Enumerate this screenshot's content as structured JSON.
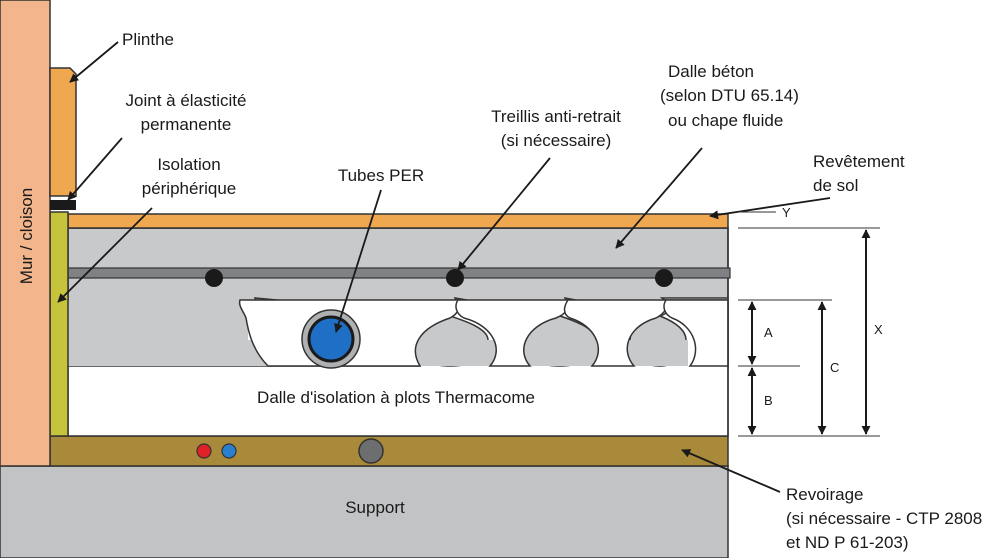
{
  "labels": {
    "wall": "Mur / cloison",
    "plinthe": "Plinthe",
    "joint_1": "Joint à élasticité",
    "joint_2": "permanente",
    "isolation_1": "Isolation",
    "isolation_2": "périphérique",
    "tubes": "Tubes PER",
    "treillis_1": "Treillis anti-retrait",
    "treillis_2": "(si nécessaire)",
    "dalle_1": "Dalle béton",
    "dalle_2": "(selon DTU 65.14)",
    "dalle_3": "ou chape fluide",
    "revetement_1": "Revêtement",
    "revetement_2": "de sol",
    "insulation_board": "Dalle d'isolation à plots Thermacome",
    "support": "Support",
    "revoirage_1": "Revoirage",
    "revoirage_2": "(si nécessaire - CTP 2808",
    "revoirage_3": "et ND P 61-203)"
  },
  "dimensions": {
    "y": "Y",
    "a": "A",
    "b": "B",
    "c": "C",
    "x": "X"
  },
  "colors": {
    "wall": "#f2b58c",
    "plinth": "#f0a850",
    "floor_covering": "#f0a850",
    "slab": "#c8c9cb",
    "insulation": "#ffffff",
    "perimeter_insulation": "#c6c43a",
    "revoirage": "#a9893a",
    "support": "#c2c3c5",
    "pipe": "#1f6fc6",
    "red_pipe": "#e02228",
    "blue_pipe": "#2b7fd0",
    "grey_pipe": "#6d6e70"
  }
}
